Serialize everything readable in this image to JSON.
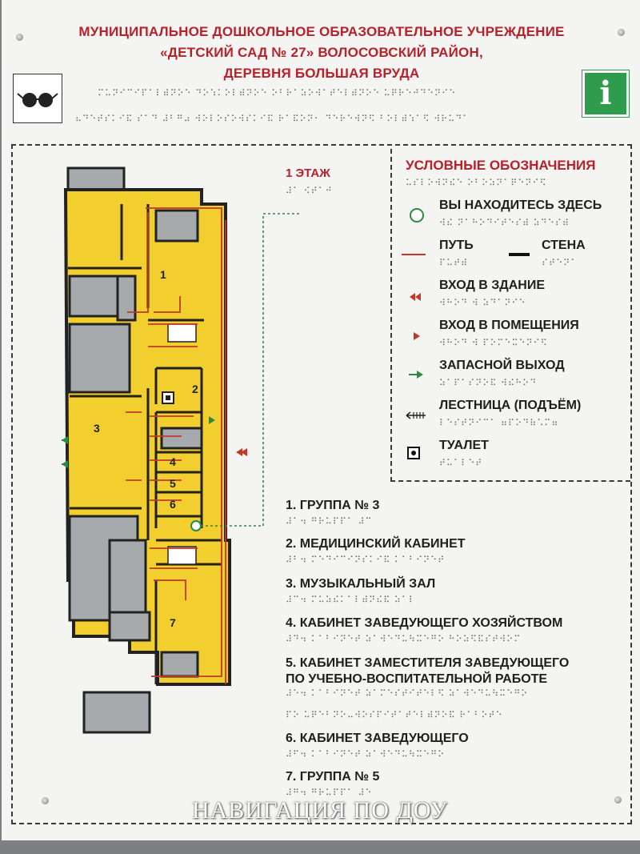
{
  "header": {
    "line1": "МУНИЦИПАЛЬНОЕ ДОШКОЛЬНОЕ ОБРАЗОВАТЕЛЬНОЕ УЧРЕЖДЕНИЕ",
    "line2": "«ДЕТСКИЙ САД № 27» ВОЛОСОВСКИЙ РАЙОН,",
    "line3": "ДЕРЕВНЯ БОЛЬШАЯ ВРУДА",
    "braille1": "⠍⠥⠝⠊⠉⠊⠏⠁⠇⠾⠝⠕⠑ ⠙⠕⠱⠅⠕⠇⠾⠝⠕⠑ ⠕⠃⠗⠁⠵⠕⠺⠁⠞⠑⠇⠾⠝⠕⠑ ⠥⠟⠗⠑⠚⠙⠑⠝⠊⠑",
    "braille2": "⠦⠙⠑⠞⠎⠅⠊⠯ ⠎⠁⠙ ⠼⠃⠛⠴ ⠺⠕⠇⠕⠎⠕⠺⠎⠅⠊⠯ ⠗⠁⠯⠕⠝⠂ ⠙⠑⠗⠑⠺⠝⠫ ⠃⠕⠇⠾⠱⠁⠫ ⠺⠗⠥⠙⠁"
  },
  "floor": {
    "title": "1 ЭТАЖ",
    "braille": "⠼⠁ ⠪⠞⠁⠚"
  },
  "legend": {
    "title": "УСЛОВНЫЕ ОБОЗНАЧЕНИЯ",
    "title_braille": "⠥⠎⠇⠕⠺⠝⠮⠑ ⠕⠃⠕⠵⠝⠁⠟⠑⠝⠊⠫",
    "items": [
      {
        "label": "ВЫ НАХОДИТЕСЬ ЗДЕСЬ",
        "braille": "⠺⠮ ⠝⠁⠓⠕⠙⠊⠞⠑⠎⠾ ⠵⠙⠑⠎⠾"
      },
      {
        "label": "ПУТЬ",
        "braille": "⠏⠥⠞⠾"
      },
      {
        "label": "СТЕНА",
        "braille": "⠎⠞⠑⠝⠁"
      },
      {
        "label": "ВХОД В ЗДАНИЕ",
        "braille": "⠺⠓⠕⠙ ⠺ ⠵⠙⠁⠝⠊⠑"
      },
      {
        "label": "ВХОД В ПОМЕЩЕНИЯ",
        "braille": "⠺⠓⠕⠙ ⠺ ⠏⠕⠍⠑⠭⠑⠝⠊⠫"
      },
      {
        "label": "ЗАПАСНОЙ ВЫХОД",
        "braille": "⠵⠁⠏⠁⠎⠝⠕⠯ ⠺⠮⠓⠕⠙"
      },
      {
        "label": "ЛЕСТНИЦА (ПОДЪЁМ)",
        "braille": "⠇⠑⠎⠞⠝⠊⠉⠁ ⠶⠏⠕⠙⠷⠡⠍⠶"
      },
      {
        "label": "ТУАЛЕТ",
        "braille": "⠞⠥⠁⠇⠑⠞"
      }
    ]
  },
  "rooms": [
    {
      "label": "1. ГРУППА № 3",
      "braille": "⠼⠁⠲ ⠛⠗⠥⠏⠏⠁ ⠼⠉"
    },
    {
      "label": "2. МЕДИЦИНСКИЙ КАБИНЕТ",
      "braille": "⠼⠃⠲ ⠍⠑⠙⠊⠉⠊⠝⠎⠅⠊⠯ ⠅⠁⠃⠊⠝⠑⠞"
    },
    {
      "label": "3. МУЗЫКАЛЬНЫЙ ЗАЛ",
      "braille": "⠼⠉⠲ ⠍⠥⠵⠮⠅⠁⠇⠾⠝⠮⠯ ⠵⠁⠇"
    },
    {
      "label": "4. КАБИНЕТ ЗАВЕДУЮЩЕГО ХОЗЯЙСТВОМ",
      "braille": "⠼⠙⠲ ⠅⠁⠃⠊⠝⠑⠞ ⠵⠁⠺⠑⠙⠥⠳⠭⠑⠛⠕ ⠓⠕⠵⠫⠯⠎⠞⠺⠕⠍"
    },
    {
      "label": "5. КАБИНЕТ ЗАМЕСТИТЕЛЯ ЗАВЕДУЮЩЕГО",
      "label2": "ПО УЧЕБНО-ВОСПИТАТЕЛЬНОЙ РАБОТЕ",
      "braille": "⠼⠑⠲ ⠅⠁⠃⠊⠝⠑⠞ ⠵⠁⠍⠑⠎⠞⠊⠞⠑⠇⠫ ⠵⠁⠺⠑⠙⠥⠳⠭⠑⠛⠕",
      "braille2": "⠏⠕ ⠥⠟⠑⠃⠝⠕⠤⠺⠕⠎⠏⠊⠞⠁⠞⠑⠇⠾⠝⠕⠯ ⠗⠁⠃⠕⠞⠑"
    },
    {
      "label": "6. КАБИНЕТ ЗАВЕДУЮЩЕГО",
      "braille": "⠼⠋⠲ ⠅⠁⠃⠊⠝⠑⠞ ⠵⠁⠺⠑⠙⠥⠳⠭⠑⠛⠕"
    },
    {
      "label": "7. ГРУППА № 5",
      "braille": "⠼⠛⠲ ⠛⠗⠥⠏⠏⠁ ⠼⠑"
    }
  ],
  "plan_numbers": [
    "1",
    "2",
    "3",
    "4",
    "5",
    "6",
    "7"
  ],
  "info_sign": "i",
  "watermark": "НАВИГАЦИЯ ПО ДОУ",
  "colors": {
    "title_red": "#b8202a",
    "yellow": "#f2cf2e",
    "gray": "#a6aaad",
    "path_red": "#c0392b",
    "exit_green": "#2a8a44",
    "info_green": "#2e9b4d"
  },
  "icons": [
    "low-vision-glasses-icon",
    "info-sign-icon",
    "you-are-here-icon",
    "building-entrance-icon",
    "room-entrance-icon",
    "emergency-exit-icon",
    "stairs-icon",
    "toilet-icon"
  ]
}
